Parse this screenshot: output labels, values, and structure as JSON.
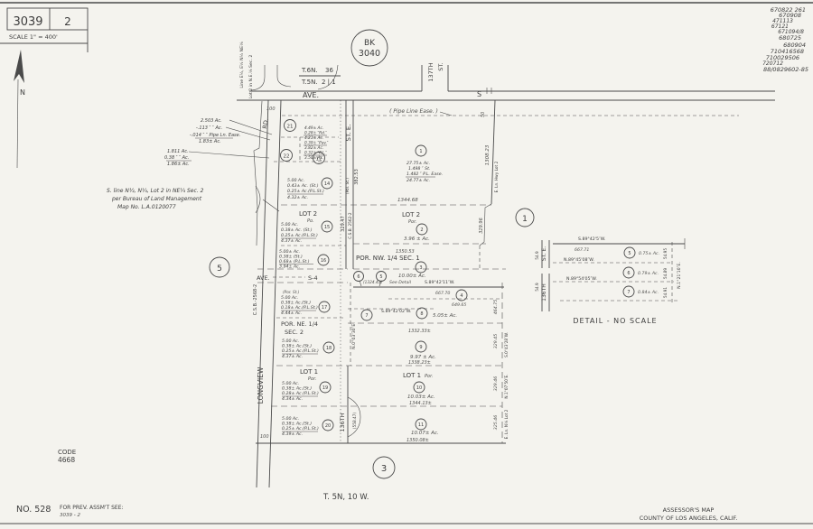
{
  "title_block": {
    "book": "3039",
    "page": "2",
    "scale": "SCALE 1\" = 400'",
    "north": "N"
  },
  "bk_circle": {
    "l1": "BK",
    "l2": "3040"
  },
  "recordings": [
    "670822 261",
    "670908",
    "471113",
    "67121",
    "671094/8",
    "680725",
    "680904",
    "710416568",
    "710029506",
    "720712",
    "88/0829602-85"
  ],
  "township": {
    "t6": "T.6N.",
    "s36": "36",
    "t5": "T.5N.",
    "s21": "2 | 1",
    "bottom": "T. 5N,  10 W."
  },
  "streets": {
    "ave": "AVE.",
    "s": "S",
    "st137a": "137TH",
    "st137b": "ST.",
    "st_e": "ST. E.",
    "ave2": "AVE.",
    "s4": "S-4",
    "longview": "LONGVIEW",
    "rd": "RD.",
    "st136": "136TH",
    "st136_dim": "(558.47)"
  },
  "notes": {
    "w_line1": "Line E½, E½ N½ NE¼",
    "w_line2": "Lot 2 in N.E.¼ Sec. 2",
    "pipe_ease": "( Pipe Line Ease. )",
    "pipe": [
      "2.503 Ac.",
      "-.113 ″ ″ Ac.",
      "-.014 ″ ″ Pipe Ln. Ease.",
      "1.83± Ac."
    ],
    "rd_ded": [
      "1.811 Ac.",
      "0.38 ″ ″ Ac.",
      "1.86± Ac."
    ],
    "blm": [
      "S. line N½, N¼, Lot 2 in NE¼ Sec. 2",
      "per Bureau of Land Management",
      "Map No. L.A.0120077"
    ]
  },
  "areas": {
    "a1": "1",
    "a3": "3",
    "a5": "5"
  },
  "parcels": {
    "p1": {
      "n": "1",
      "lines": [
        "27.75± Ac.",
        "1.498 ″ St.",
        "1.482 ″ P.L. Ease.",
        "24.77± Ac."
      ]
    },
    "p2": {
      "lot": "LOT 2",
      "por": "Por.",
      "n": "2",
      "ac": "3.96 ± Ac."
    },
    "p3": {
      "title": "POR. NW. 1/4  SEC. 1",
      "n": "3",
      "ac": "10.00± Ac."
    },
    "p4": {
      "n": "4"
    },
    "p5": {
      "n": "5"
    },
    "p6": {
      "n": "6"
    },
    "p7": {
      "n": "7"
    },
    "p8": {
      "n": "8",
      "ac": "5.05± Ac."
    },
    "p9": {
      "n": "9",
      "ac": "9.97 ± Ac."
    },
    "p10": {
      "lot": "LOT 1",
      "por": "Por.",
      "n": "10",
      "ac": "10.03± Ac."
    },
    "p11": {
      "n": "11",
      "ac": "10.07± Ac."
    },
    "p12": {
      "n": "12"
    },
    "p14": {
      "n": "14",
      "lines": [
        "5.00 Ac.",
        "0.43± Ac. (St.)",
        "0.25± Ac.(P.L.St.)",
        "4.32± Ac."
      ]
    },
    "p15": {
      "lot": "LOT 2",
      "por": "Po.",
      "n": "15",
      "lines": [
        "5.00 Ac.",
        "0.38± Ac. (St.)",
        "0.25± Ac.(P.L.St.)",
        "4.37± Ac."
      ]
    },
    "p16": {
      "n": "16",
      "lines": [
        "5.00± Ac.",
        "0.38± (St.)",
        "0.68± (P.L.St.)",
        "3.94± Ac."
      ]
    },
    "p17": {
      "n": "17",
      "por_st": "(Por. St.)",
      "lines": [
        "5.00 Ac.",
        "0.38± Ac.(St.)",
        "0.18± Ac.(P.L.St.)",
        "4.44± Ac."
      ]
    },
    "p18": {
      "t1": "POR. NE. 1/4",
      "t2": "SEC. 2",
      "n": "18",
      "lines": [
        "5.00 Ac.",
        "0.38± Ac.(St.)",
        "0.25± Ac.(P.L.St.)",
        "4.37± Ac."
      ]
    },
    "p19": {
      "lot": "LOT 1",
      "por": "Por.",
      "n": "19",
      "lines": [
        "5.00 Ac.",
        "0.38± Ac.(St.)",
        "0.28± Ac.(P.L.St.)",
        "4.34± Ac."
      ]
    },
    "p20": {
      "n": "20",
      "lines": [
        "5.00 Ac.",
        "0.38± Ac.(St.)",
        "0.25± Ac.(P.L.St.)",
        "4.39± Ac."
      ]
    },
    "p21": {
      "n": "21",
      "lines": [
        "4.49± Ac.",
        "0.28± ″Rd.″",
        "4.21± Ac.",
        "0.39± ″Pav.″",
        "3.82± Ac.",
        "0.32± ″P.L.″",
        "3.50± Ac."
      ]
    },
    "p22": {
      "n": "22"
    }
  },
  "dims": {
    "d1344_68": "1344.68",
    "d1350_53": "1350.53",
    "d1332_33": "1332.33±",
    "d1338_23": "1338.23±",
    "d1344_13": "1344.13±",
    "d1350_08": "1350.08±",
    "d667_70": "667.70",
    "d649_65": "649.65",
    "d1324_43": "(1324.43)",
    "see_detail": "See Detail",
    "b42_11": "S.89°42'11″W.",
    "b42_02": "S.89°42'02″W.",
    "b0_03": "N.0°03'30″E.",
    "d1308": "1308.23",
    "e_hwy": "E. Ln. Hwy  Lot 2",
    "d329_96": "329.96",
    "d464": "464.75",
    "d329_45": "329.45",
    "b0_43": "S.0°43'28″W.",
    "d329_46": "329.46",
    "b1_07": "N.1°07'50″E.",
    "d325_46": "325.46",
    "e_ln": "E. Ln. N¼ Lot 2",
    "d382": "382.53",
    "pol_st": "(Pol. St.)",
    "d329_47": "329.47",
    "csb2562": "C.S.B. 2562-2",
    "csb2568": "C.S.B.-2568-2",
    "d100a": "100",
    "d100b": "100",
    "d50": "50"
  },
  "detail": {
    "street1": "ST. E.",
    "street2": "136TH",
    "b_top": "S.89°42'5″W.",
    "d_top": "667.71",
    "b_mid": "N.89°45'08″W.",
    "b_low": "N.89°54'05″W.",
    "p5n": "5",
    "p5ac": "0.75± Ac.",
    "p6n": "6",
    "p6ac": "0.79± Ac.",
    "p7n": "7",
    "p7ac": "0.84± Ac.",
    "s1": "54.95",
    "s2": "54.89",
    "s3": "54.91",
    "sb": "N.1°21'10″E.",
    "l1": "54.9",
    "l2": "54.9",
    "caption": "DETAIL  -  NO SCALE"
  },
  "footer": {
    "code1": "CODE",
    "code2": "4668",
    "no": "NO. 528",
    "prev1": "FOR PREV. ASSM'T SEE:",
    "prev2": "3039 - 2",
    "map1": "ASSESSOR'S MAP",
    "map2": "COUNTY OF LOS ANGELES, CALIF."
  }
}
